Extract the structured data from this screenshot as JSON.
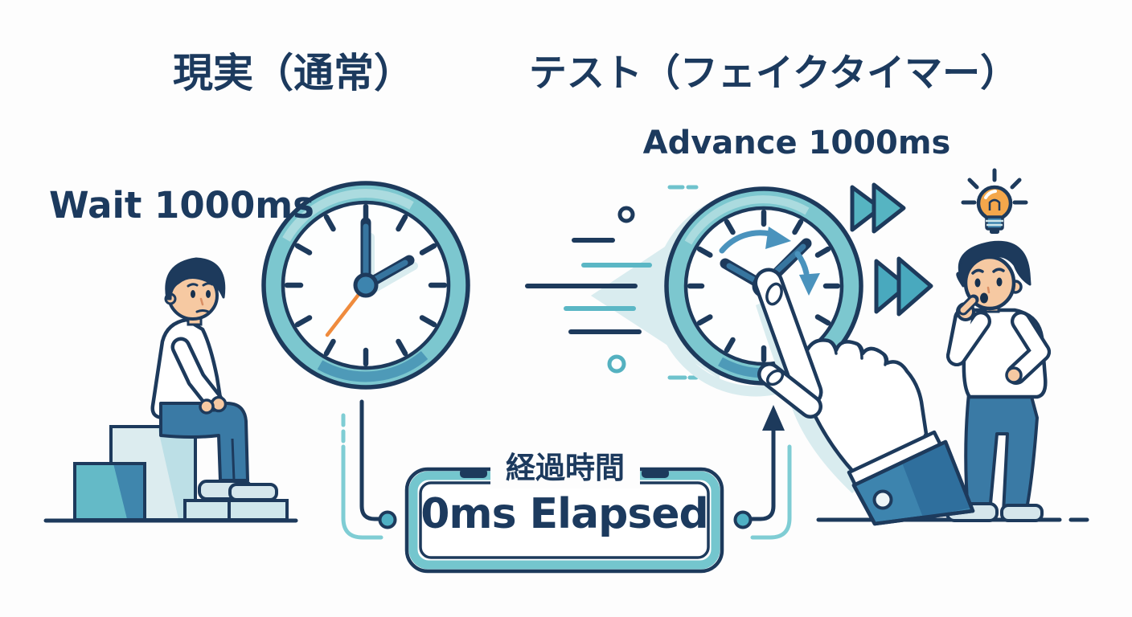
{
  "page": {
    "background": "#fdfdfd"
  },
  "palette": {
    "navy_text": "#1c3a5e",
    "navy_outline": "#1d3a5c",
    "teal_ring": "#7cc7cf",
    "teal_ring_shade": "#4e9ab8",
    "teal_ring_highlight": "#abdbdf",
    "steel_blue": "#3d84ae",
    "light_teal_shadow": "#d9ecef",
    "connector_teal": "#7fcdd4",
    "orange_second_hand": "#ef8b3d",
    "bulb_orange": "#f4a74b",
    "skin": "#f6c9a2",
    "pants_blue": "#3a7aa5",
    "shoe_light": "#d5e6ec",
    "box_light": "#dcecef",
    "box_teal": "#64bac7"
  },
  "left_panel": {
    "title": "現実（通常）",
    "action_label": "Wait 1000ms",
    "clock": {
      "minute_hand_at": "12",
      "hour_hand_at": "2",
      "second_hand_at": "7",
      "second_hand_color": "orange"
    },
    "icons": [
      "analog-clock-icon",
      "waiting-person",
      "stacked-boxes"
    ]
  },
  "right_panel": {
    "title": "テスト（フェイクタイマー）",
    "action_label": "Advance 1000ms",
    "clock": {
      "hour_hand_at": "10",
      "minute_hand_at": "1",
      "overlay": "clockwise-advance-arrow"
    },
    "icons": [
      "analog-clock-icon",
      "speed-lines",
      "fast-forward-icon",
      "fast-forward-icon",
      "pointing-hand",
      "lightbulb-idea-icon",
      "thinking-person",
      "up-arrow"
    ]
  },
  "elapsed_box": {
    "label": "経過時間",
    "value": "0ms Elapsed"
  }
}
